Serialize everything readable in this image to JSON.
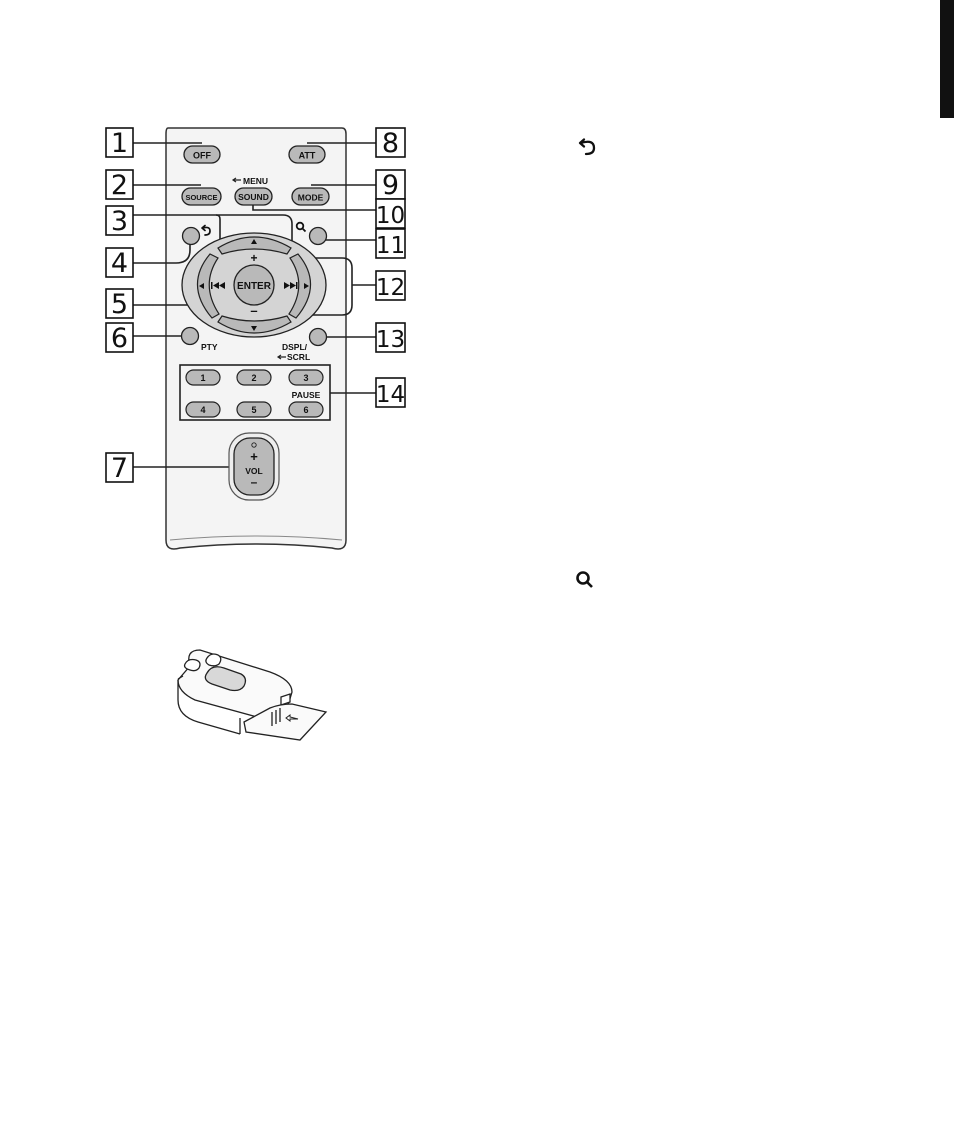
{
  "remote": {
    "buttons": {
      "off": "OFF",
      "att": "ATT",
      "source": "SOURCE",
      "mode": "MODE",
      "sound": "SOUND",
      "menu": "MENU",
      "plus": "+",
      "minus": "–",
      "enter": "ENTER",
      "pty": "PTY",
      "dspl": "DSPL/",
      "scrl": "SCRL",
      "pause": "PAUSE",
      "vol": "VOL",
      "vol_plus": "+",
      "vol_minus": "–",
      "presets": [
        "1",
        "2",
        "3",
        "4",
        "5",
        "6"
      ]
    },
    "callouts": [
      "1",
      "2",
      "3",
      "4",
      "5",
      "6",
      "7",
      "8",
      "9",
      "10",
      "11",
      "12",
      "13",
      "14"
    ]
  },
  "side_icons": {
    "top": "back-arrow-icon",
    "bottom": "search-icon"
  },
  "colors": {
    "button_gray": "#b9b9b9",
    "ring_gray": "#d4d4d4",
    "body_fill": "#f4f4f4",
    "line": "#222222",
    "bar": "#111111"
  }
}
